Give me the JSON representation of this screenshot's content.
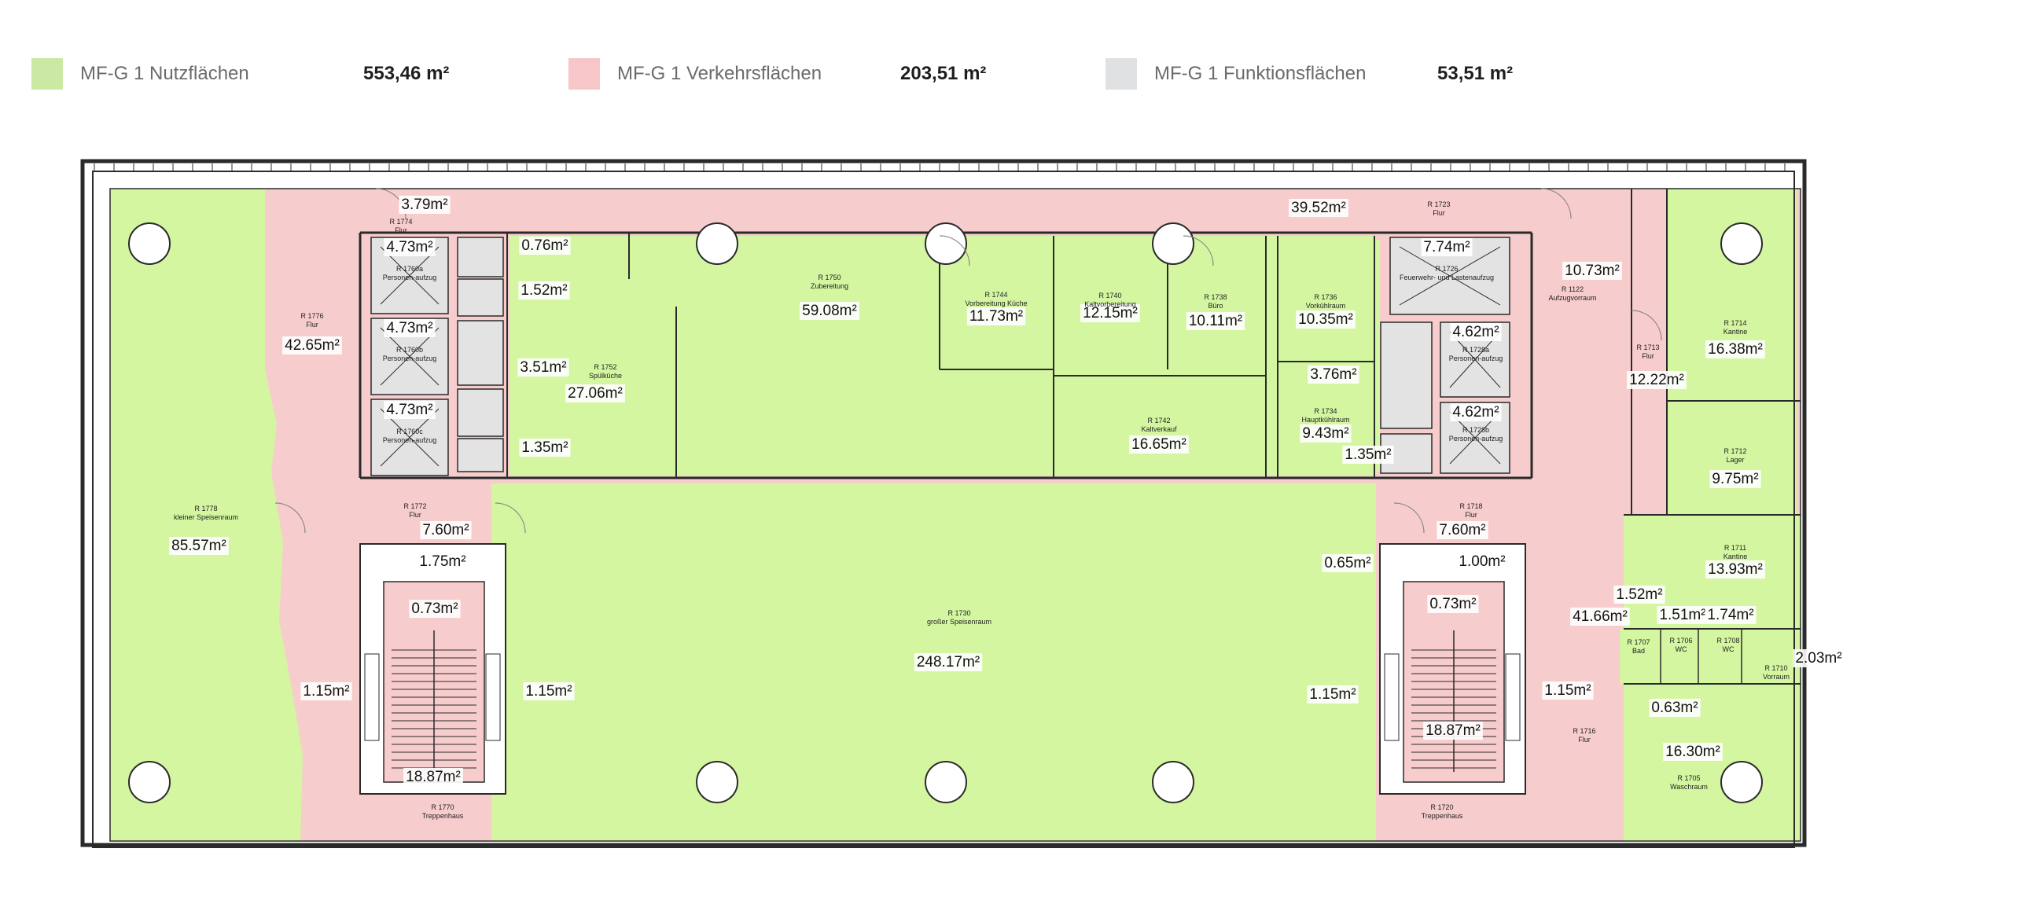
{
  "legend": [
    {
      "label": "MF-G 1 Nutzflächen",
      "value": "553,46 m²",
      "color": "#cbe8a4"
    },
    {
      "label": "MF-G 1 Verkehrsflächen",
      "value": "203,51 m²",
      "color": "#f6c6c8"
    },
    {
      "label": "MF-G 1 Funktionsflächen",
      "value": "53,51 m²",
      "color": "#dfe1e2"
    }
  ],
  "zone_colors": {
    "nutz": "#d4f6a0",
    "verkehr": "#f7cccd",
    "funktion": "#e3e3e3",
    "wall": "#2a2a2a"
  },
  "rooms": [
    {
      "id": "flur-1774",
      "code": "R 1774",
      "name": "Flur",
      "area": "3.79m²"
    },
    {
      "id": "aufzug-1760a",
      "code": "R 1760a",
      "name": "Personen-aufzug",
      "area": "4.73m²"
    },
    {
      "id": "aufzug-1760b",
      "code": "R 1760b",
      "name": "Personen-aufzug",
      "area": "4.73m²"
    },
    {
      "id": "aufzug-1760c",
      "code": "R 1760c",
      "name": "Personen-aufzug",
      "area": "4.73m²"
    },
    {
      "id": "flur-1776",
      "code": "R 1776",
      "name": "Flur",
      "area": "42.65m²"
    },
    {
      "id": "spuelkueche-1752",
      "code": "R 1752",
      "name": "Spülküche",
      "area": "27.06m²"
    },
    {
      "id": "zubereitung-1750",
      "code": "R 1750",
      "name": "Zubereitung",
      "area": "59.08m²"
    },
    {
      "id": "vorbereitung-1744",
      "code": "R 1744",
      "name": "Vorbereitung Küche",
      "area": "11.73m²"
    },
    {
      "id": "kaltvorbereitung-1740",
      "code": "R 1740",
      "name": "Kaltvorbereitung",
      "area": "12.15m²"
    },
    {
      "id": "buero-1738",
      "code": "R 1738",
      "name": "Büro",
      "area": "10.11m²"
    },
    {
      "id": "vorkuehlraum-1736",
      "code": "R 1736",
      "name": "Vorkühlraum",
      "area": "10.35m²"
    },
    {
      "id": "hauptkuehlraum-1734",
      "code": "R 1734",
      "name": "Hauptkühlraum",
      "area": "9.43m²"
    },
    {
      "id": "kaltverkauf-1742",
      "code": "R 1742",
      "name": "Kaltverkauf",
      "area": "16.65m²"
    },
    {
      "id": "feuerwehraufzug-1726",
      "code": "R 1726",
      "name": "Feuerwehr- und Lastenaufzug",
      "area": "7.74m²"
    },
    {
      "id": "aufzug-1728a",
      "code": "R 1728a",
      "name": "Personen-aufzug",
      "area": "4.62m²"
    },
    {
      "id": "aufzug-1728b",
      "code": "R 1728b",
      "name": "Personen-aufzug",
      "area": "4.62m²"
    },
    {
      "id": "flur-1723",
      "code": "R 1723",
      "name": "Flur",
      "area": "39.52m²"
    },
    {
      "id": "aufzugvorraum-1122",
      "code": "R 1122",
      "name": "Aufzugvorraum",
      "area": "10.73m²"
    },
    {
      "id": "flur-1713",
      "code": "R 1713",
      "name": "Flur",
      "area": "12.22m²"
    },
    {
      "id": "kantine-1714",
      "code": "R 1714",
      "name": "Kantine",
      "area": "16.38m²"
    },
    {
      "id": "lager-1712",
      "code": "R 1712",
      "name": "Lager",
      "area": "9.75m²"
    },
    {
      "id": "kantine-1711",
      "code": "R 1711",
      "name": "Kantine",
      "area": "13.93m²"
    },
    {
      "id": "speiseraum-1778",
      "code": "R 1778",
      "name": "kleiner Speisenraum",
      "area": "85.57m²"
    },
    {
      "id": "flur-1772",
      "code": "R 1772",
      "name": "Flur",
      "area": "7.60m²"
    },
    {
      "id": "speiseraum-1730",
      "code": "R 1730",
      "name": "großer Speisenraum",
      "area": "248.17m²"
    },
    {
      "id": "flur-1718",
      "code": "R 1718",
      "name": "Flur",
      "area": "7.60m²"
    },
    {
      "id": "treppenhaus-1770",
      "code": "R 1770",
      "name": "Treppenhaus",
      "area": "18.87m²"
    },
    {
      "id": "treppenhaus-1720",
      "code": "R 1720",
      "name": "Treppenhaus",
      "area": "18.87m²"
    },
    {
      "id": "flur-1716",
      "code": "R 1716",
      "name": "Flur",
      "area": "41.66m²"
    },
    {
      "id": "bad-1707",
      "code": "R 1707",
      "name": "Bad",
      "area": "1.52m²"
    },
    {
      "id": "wc-1706",
      "code": "R 1706",
      "name": "WC",
      "area": "1.51m²"
    },
    {
      "id": "wc-1708",
      "code": "R 1708",
      "name": "WC",
      "area": "1.74m²"
    },
    {
      "id": "vorraum-1710",
      "code": "R 1710",
      "name": "Vorraum",
      "area": "2.03m²"
    },
    {
      "id": "waschraum-1705",
      "code": "R 1705",
      "name": "Waschraum",
      "area": "16.30m²"
    }
  ],
  "extra_areas": [
    "0.76m²",
    "1.52m²",
    "3.51m²",
    "1.35m²",
    "3.76m²",
    "1.35m²",
    "1.75m²",
    "0.73m²",
    "1.15m²",
    "1.15m²",
    "0.65m²",
    "1.00m²",
    "0.73m²",
    "1.15m²",
    "1.15m²",
    "0.63m²"
  ]
}
